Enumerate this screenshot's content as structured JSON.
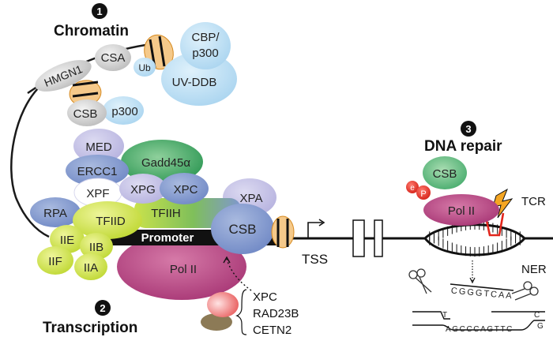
{
  "sections": {
    "chromatin": {
      "num": "1",
      "title": "Chromatin"
    },
    "transcription": {
      "num": "2",
      "title": "Transcription"
    },
    "repair": {
      "num": "3",
      "title": "DNA repair"
    }
  },
  "chromatin": {
    "hmgn1": "HMGN1",
    "csa": "CSA",
    "ub": "Ub",
    "cbp1": "CBP/",
    "cbp2": "p300",
    "uvddb": "UV-DDB",
    "csb": "CSB",
    "p300": "p300"
  },
  "complex": {
    "med": "MED",
    "ercc1": "ERCC1",
    "gadd45a": "Gadd45α",
    "xpf": "XPF",
    "xpg": "XPG",
    "xpc": "XPC",
    "xpa": "XPA",
    "rpa": "RPA",
    "tfiid": "TFIID",
    "tfiih": "TFIIH",
    "promoter": "Promoter",
    "csb": "CSB",
    "iie": "IIE",
    "iib": "IIB",
    "iif": "IIF",
    "iia": "IIA",
    "pol2": "Pol II"
  },
  "gene": {
    "tss": "TSS"
  },
  "partners": {
    "p1": "XPC",
    "p2": "RAD23B",
    "p3": "CETN2"
  },
  "repair": {
    "csb": "CSB",
    "e": "e",
    "p": "P",
    "pol2": "Pol II",
    "tcr": "TCR",
    "ner": "NER",
    "excised": "CGGGTCAA",
    "top_left": "T",
    "bottom_strand": "AGCCCAGTTC",
    "right_top": "C",
    "right_bottom": "G"
  },
  "colors": {
    "gray": "#cfcfcf",
    "lightblue": "#b7dcf2",
    "blue": "#7f97cf",
    "lavender": "#c3c0e6",
    "green": "#2fa05a",
    "yellowgreen": "#cfe33a",
    "magenta": "#b3357c",
    "red": "#e2261c",
    "orange": "#f5a623"
  },
  "icons": [
    "scissors-icon",
    "lightning-icon",
    "tss-arrow-icon",
    "nucleosome-icon"
  ]
}
